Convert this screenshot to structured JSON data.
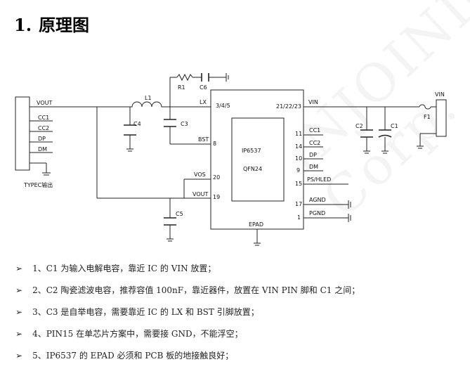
{
  "section": {
    "number": "1.",
    "title": "原理图"
  },
  "schematic": {
    "connector_label": "TYPEC输出",
    "connector_pins": [
      "VOUT",
      "CC1",
      "CC2",
      "DP",
      "DM"
    ],
    "chip_name": "IP6537",
    "chip_package": "QFN24",
    "chip_left_pins": [
      {
        "name": "LX",
        "num": "3/4/5"
      },
      {
        "name": "BST",
        "num": "8"
      },
      {
        "name": "VOS",
        "num": "20"
      },
      {
        "name": "VOUT",
        "num": "19"
      }
    ],
    "chip_right_pins": [
      {
        "name": "VIN",
        "num": "21/22/23"
      },
      {
        "name": "CC1",
        "num": "11"
      },
      {
        "name": "CC2",
        "num": "14"
      },
      {
        "name": "DP",
        "num": "10"
      },
      {
        "name": "DM",
        "num": "9"
      },
      {
        "name": "PS/HLED",
        "num": "15"
      },
      {
        "name": "AGND",
        "num": "17"
      },
      {
        "name": "PGND",
        "num": "1"
      }
    ],
    "chip_bottom_pin": "EPAD",
    "components": {
      "L1": "L1",
      "R1": "R1",
      "C6": "C6",
      "C4": "C4",
      "C3": "C3",
      "C5": "C5",
      "C2": "C2",
      "C1": "C1",
      "F1": "F1",
      "VIN": "VIN"
    }
  },
  "notes": [
    "1、C1 为输入电解电容，靠近 IC 的 VIN 放置；",
    "2、C2 陶瓷滤波电容，推荐容值 100nF，靠近器件，放置在 VIN PIN 脚和 C1 之间；",
    "3、C3 是自举电容，需要靠近 IC 的 LX 和 BST 引脚放置；",
    "4、PIN15 在单芯片方案中，需要接 GND，不能浮空；",
    "5、IP6537 的 EPAD 必须和 PCB 板的地接触良好；"
  ],
  "watermark": "INJOINIC Corp."
}
